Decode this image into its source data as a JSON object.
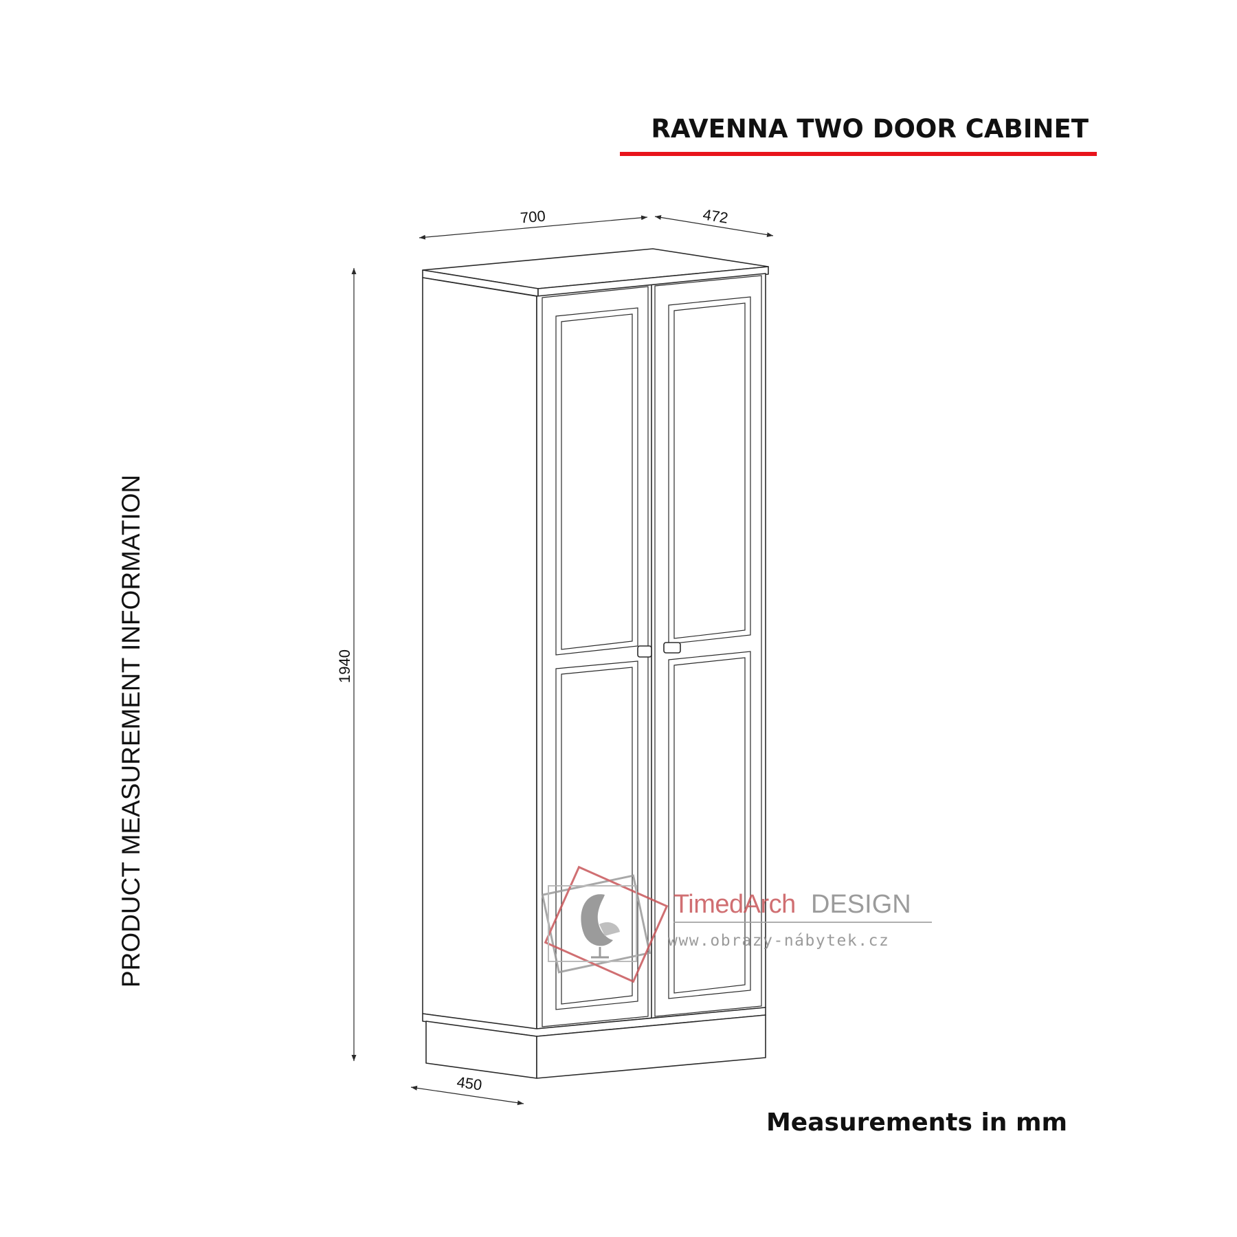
{
  "title": "RAVENNA TWO DOOR CABINET",
  "side_heading": "PRODUCT MEASUREMENT INFORMATION",
  "footer_note": "Measurements in mm",
  "dimensions": {
    "width": "700",
    "depth_top": "472",
    "height": "1940",
    "depth_base": "450"
  },
  "watermark": {
    "brand_part1": "TimedArch",
    "brand_part2": "DESIGN",
    "url": "www.obrazy-nábytek.cz"
  },
  "colors": {
    "accent_line": "#e8141b",
    "line": "#2a2a2a",
    "watermark_red": "#c8565a",
    "watermark_gray": "#8a8a8a"
  }
}
